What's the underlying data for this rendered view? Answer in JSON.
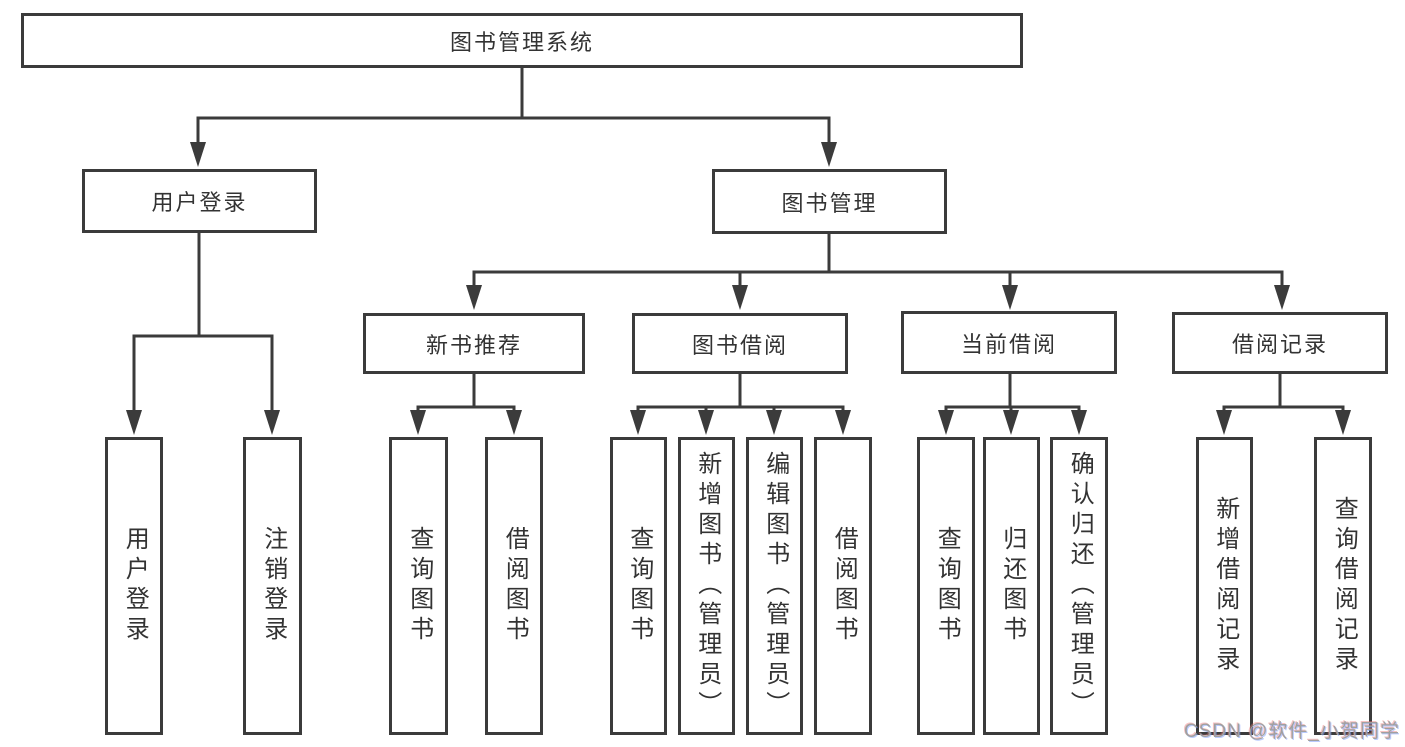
{
  "diagram": {
    "colors": {
      "line": "#3b3b3b",
      "text": "#333333",
      "box_background": "#ffffff",
      "watermark": "#a0a0a0"
    },
    "watermark": "CSDN @软件_小贺同学",
    "tree": {
      "label": "图书管理系统",
      "children": [
        {
          "label": "用户登录",
          "children": [
            {
              "label": "用户登录"
            },
            {
              "label": "注销登录"
            }
          ]
        },
        {
          "label": "图书管理",
          "children": [
            {
              "label": "新书推荐",
              "children": [
                {
                  "label": "查询图书"
                },
                {
                  "label": "借阅图书"
                }
              ]
            },
            {
              "label": "图书借阅",
              "children": [
                {
                  "label": "查询图书"
                },
                {
                  "label": "新增图书（管理员）"
                },
                {
                  "label": "编辑图书（管理员）"
                },
                {
                  "label": "借阅图书"
                }
              ]
            },
            {
              "label": "当前借阅",
              "children": [
                {
                  "label": "查询图书"
                },
                {
                  "label": "归还图书"
                },
                {
                  "label": "确认归还（管理员）"
                }
              ]
            },
            {
              "label": "借阅记录",
              "children": [
                {
                  "label": "新增借阅记录"
                },
                {
                  "label": "查询借阅记录"
                }
              ]
            }
          ]
        }
      ]
    }
  }
}
